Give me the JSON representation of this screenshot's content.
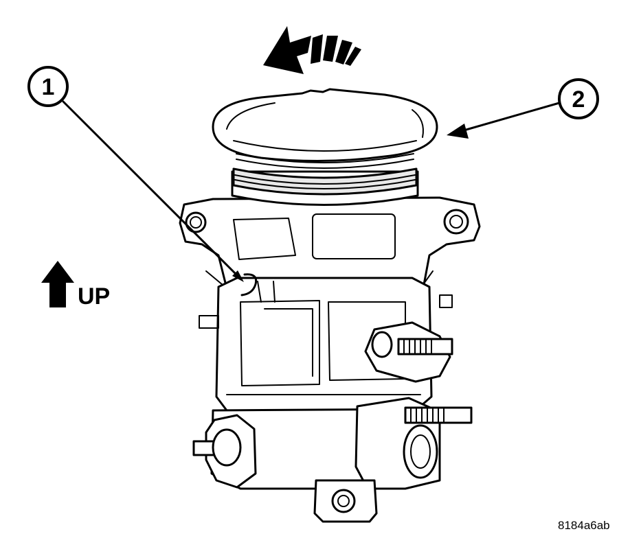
{
  "callouts": [
    {
      "number": "1"
    },
    {
      "number": "2"
    }
  ],
  "up_indicator": {
    "label": "UP"
  },
  "figure_reference": "8184a6ab",
  "icons": {
    "rotation": "rotation-direction-arrow-icon",
    "up": "up-arrow-icon"
  }
}
